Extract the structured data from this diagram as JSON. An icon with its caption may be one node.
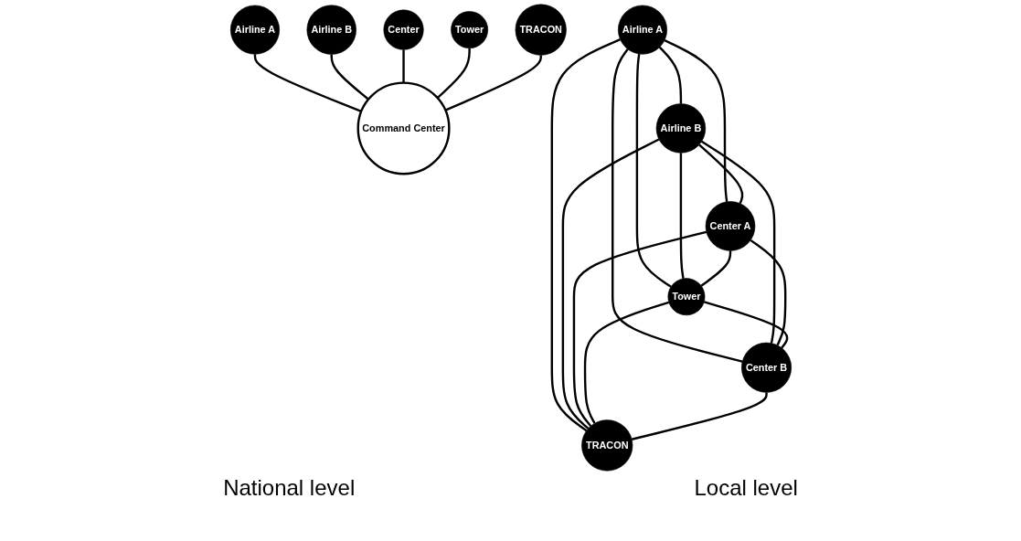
{
  "diagram": {
    "nodes": [
      {
        "text": [
          "Airline A"
        ]
      },
      {
        "text": [
          "Airline B"
        ]
      },
      {
        "text": [
          "Command Center"
        ]
      },
      {
        "text": [
          "Center"
        ]
      },
      {
        "text": [
          "Tower"
        ]
      },
      {
        "text": [
          "TRACON"
        ]
      },
      {
        "text": [
          "Airline A"
        ]
      },
      {
        "text": [
          "Airline B"
        ]
      },
      {
        "text": [
          "Center A"
        ]
      },
      {
        "text": [
          "Tower"
        ]
      },
      {
        "text": [
          "Center  B"
        ]
      },
      {
        "text": [
          "TRACON"
        ]
      }
    ],
    "edges": [
      {
        "from": 0,
        "to": 2,
        "arrow": "none"
      },
      {
        "from": 1,
        "to": 2,
        "arrow": "none"
      },
      {
        "from": 3,
        "to": 2,
        "arrow": "none"
      },
      {
        "from": 4,
        "to": 2,
        "arrow": "none"
      },
      {
        "from": 5,
        "to": 2,
        "arrow": "none"
      },
      {
        "from": 6,
        "to": 7,
        "arrow": "none"
      },
      {
        "from": 6,
        "to": 8,
        "arrow": "none"
      },
      {
        "from": 6,
        "to": 9,
        "arrow": "none"
      },
      {
        "from": 6,
        "to": 10,
        "arrow": "none"
      },
      {
        "from": 6,
        "to": 11,
        "arrow": "none"
      },
      {
        "from": 7,
        "to": 8,
        "arrow": "none"
      },
      {
        "from": 7,
        "to": 9,
        "arrow": "none"
      },
      {
        "from": 7,
        "to": 10,
        "arrow": "none"
      },
      {
        "from": 7,
        "to": 11,
        "arrow": "none"
      },
      {
        "from": 8,
        "to": 9,
        "arrow": "none"
      },
      {
        "from": 8,
        "to": 10,
        "arrow": "none"
      },
      {
        "from": 8,
        "to": 11,
        "arrow": "none"
      },
      {
        "from": 9,
        "to": 10,
        "arrow": "none"
      },
      {
        "from": 9,
        "to": 11,
        "arrow": "none"
      },
      {
        "from": 10,
        "to": 11,
        "arrow": "none"
      }
    ],
    "labels": [
      "National level",
      "Local level"
    ]
  }
}
